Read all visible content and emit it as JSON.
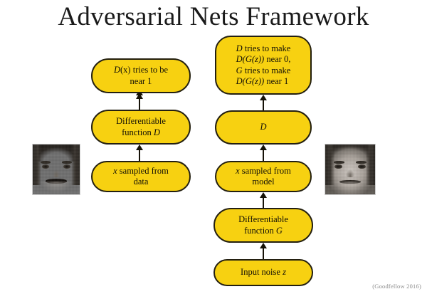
{
  "slide": {
    "title": "Adversarial Nets Framework",
    "credit": "(Goodfellow 2016)",
    "background_color": "#ffffff",
    "node_fill_color": "#f7d111",
    "node_border_color": "#231f10"
  },
  "diagram": {
    "type": "flowchart",
    "orientation": "bottom-up",
    "left_branch": {
      "name": "data-branch",
      "nodes": [
        {
          "id": "d-x-objective",
          "lines": [
            "D(x) tries to be",
            "near 1"
          ]
        },
        {
          "id": "differentiable-function-d",
          "lines": [
            "Differentiable",
            "function D"
          ]
        },
        {
          "id": "x-sampled-from-data",
          "lines": [
            "x sampled from",
            "data"
          ]
        }
      ]
    },
    "right_branch": {
      "name": "model-branch",
      "nodes": [
        {
          "id": "dg-objective",
          "lines": [
            "D tries to make",
            "D(G(z)) near 0,",
            "G tries to make",
            "D(G(z)) near 1"
          ]
        },
        {
          "id": "discriminator-d",
          "lines": [
            "D"
          ]
        },
        {
          "id": "x-sampled-from-model",
          "lines": [
            "x sampled from",
            "model"
          ]
        },
        {
          "id": "differentiable-function-g",
          "lines": [
            "Differentiable",
            "function G"
          ]
        },
        {
          "id": "input-noise-z",
          "lines": [
            "Input noise z"
          ]
        }
      ]
    },
    "images": [
      {
        "id": "real-face-sample",
        "alt": "grayscale photo of a woman's face",
        "side": "left"
      },
      {
        "id": "generated-face-sample",
        "alt": "grayscale generated face image",
        "side": "right"
      }
    ],
    "arrows": [
      {
        "from": "x-sampled-from-data",
        "to": "differentiable-function-d",
        "direction": "up"
      },
      {
        "from": "differentiable-function-d",
        "to": "d-x-objective",
        "direction": "up"
      },
      {
        "from": "input-noise-z",
        "to": "differentiable-function-g",
        "direction": "up"
      },
      {
        "from": "differentiable-function-g",
        "to": "x-sampled-from-model",
        "direction": "up"
      },
      {
        "from": "x-sampled-from-model",
        "to": "discriminator-d",
        "direction": "up"
      },
      {
        "from": "discriminator-d",
        "to": "dg-objective",
        "direction": "up"
      }
    ]
  }
}
